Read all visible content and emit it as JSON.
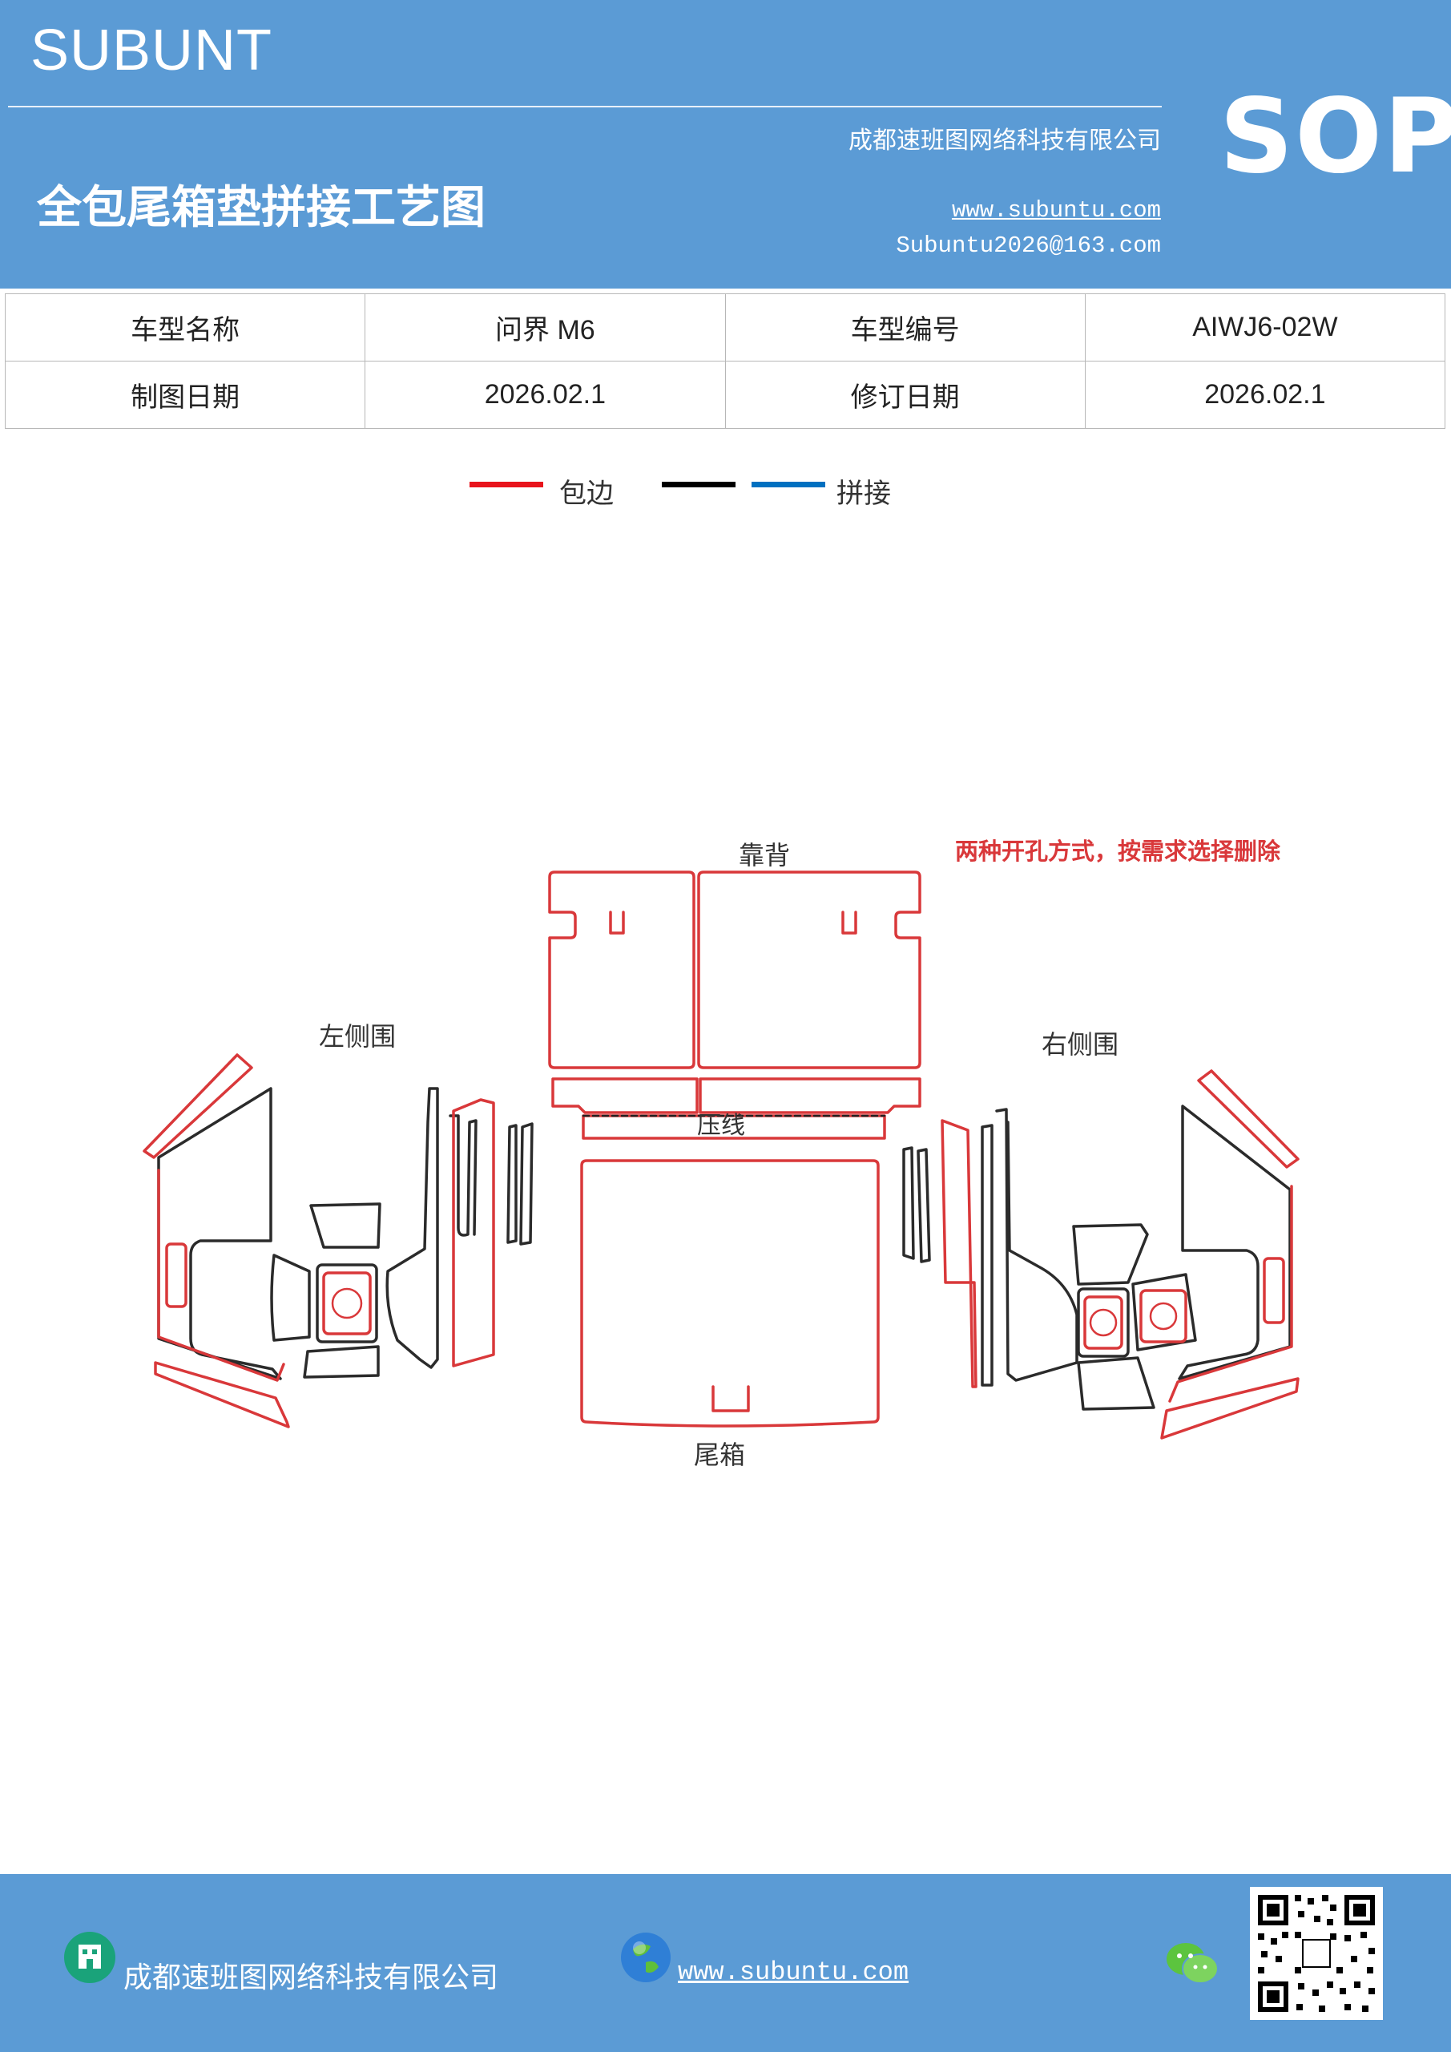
{
  "header": {
    "brand": "SUBUNT",
    "company": "成都速班图网络科技有限公司",
    "title": "全包尾箱垫拼接工艺图",
    "website": "www.subuntu.com",
    "email": "Subuntu2026@163.com",
    "badge": "SOP"
  },
  "info_table": {
    "rows": [
      [
        "车型名称",
        "问界 M6",
        "车型编号",
        "AIWJ6-02W"
      ],
      [
        "制图日期",
        "2026.02.1",
        "修订日期",
        "2026.02.1"
      ]
    ]
  },
  "legend": {
    "items": [
      {
        "label": "包边",
        "color": "#e8141c"
      },
      {
        "label": "",
        "color": "#000000"
      },
      {
        "label": "拼接",
        "color": "#0070c0"
      }
    ]
  },
  "diagram": {
    "labels": {
      "backrest": "靠背",
      "note": "两种开孔方式，按需求选择删除",
      "left_side": "左侧围",
      "right_side": "右侧围",
      "crease": "压线",
      "trunk": "尾箱"
    },
    "colors": {
      "edge": "#d9383a",
      "splice": "#2b2b2b",
      "note": "#d9383a"
    }
  },
  "footer": {
    "company": "成都速班图网络科技有限公司",
    "website": "www.subuntu.com "
  }
}
